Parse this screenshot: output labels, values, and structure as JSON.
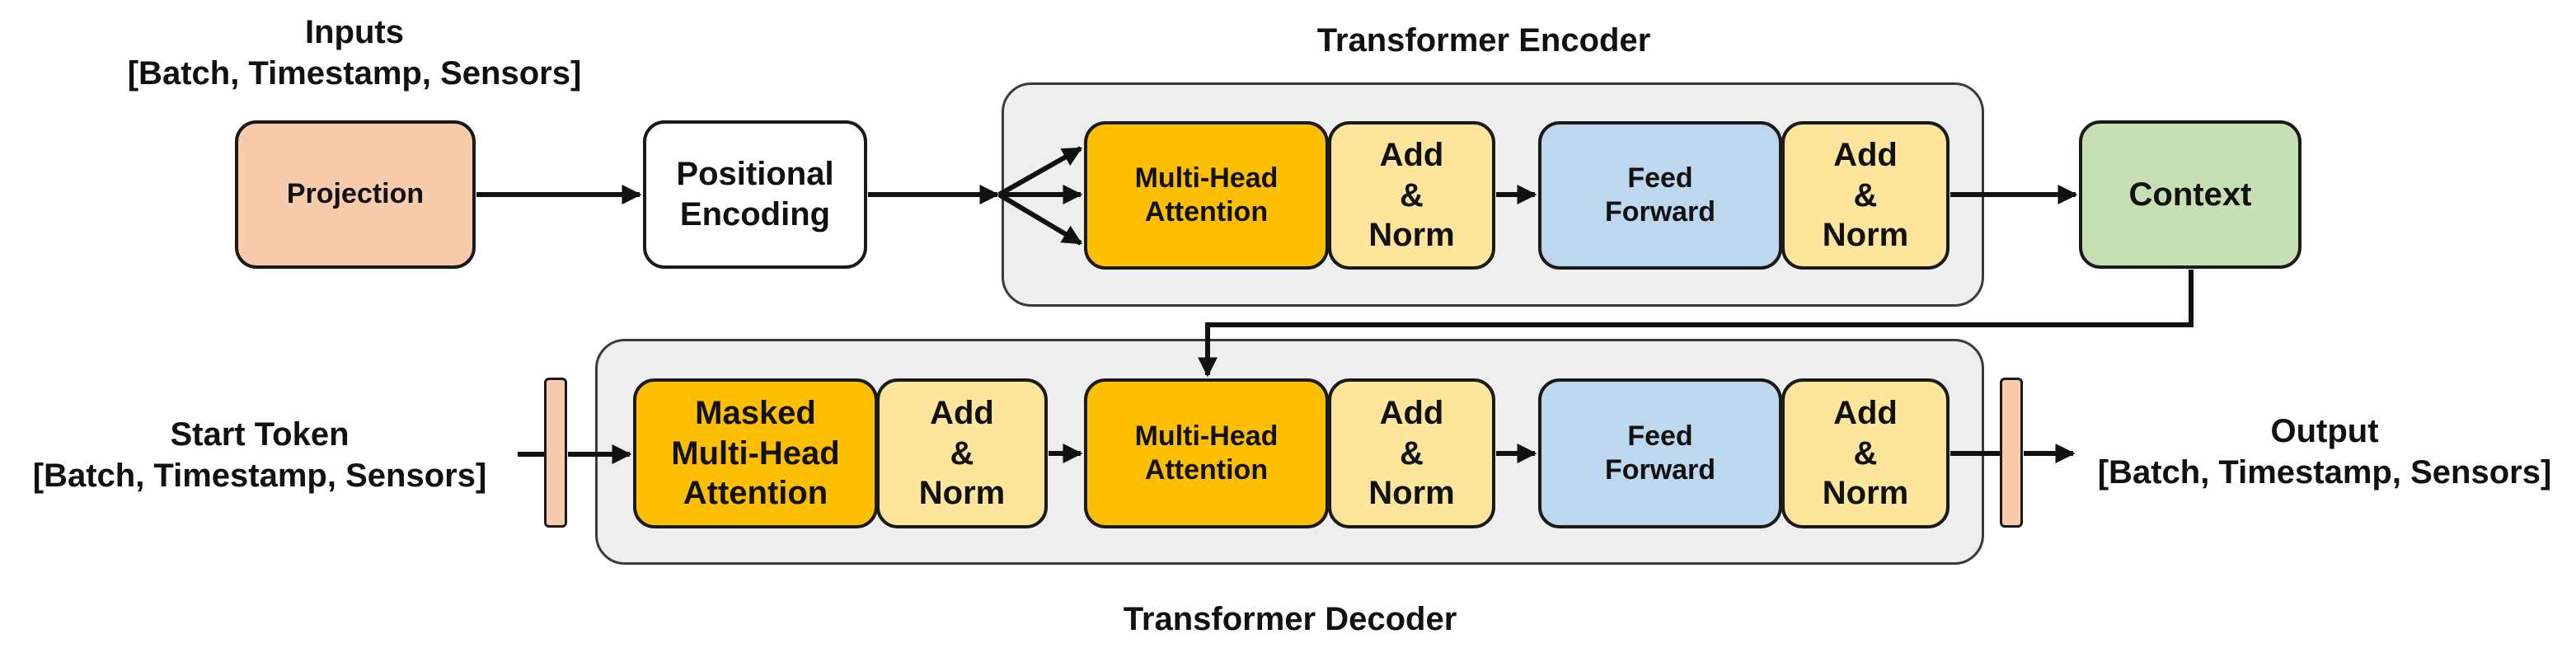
{
  "inputs": {
    "title": "Inputs",
    "shape": "[Batch, Timestamp, Sensors]"
  },
  "start_token": {
    "title": "Start Token",
    "shape": "[Batch, Timestamp, Sensors]"
  },
  "output": {
    "title": "Output",
    "shape": "[Batch, Timestamp, Sensors]"
  },
  "projection": "Projection",
  "positional": {
    "line1": "Positional",
    "line2": "Encoding"
  },
  "context": "Context",
  "encoder": {
    "title": "Transformer Encoder",
    "mha": {
      "line1": "Multi-Head",
      "line2": "Attention"
    },
    "addnorm1": {
      "line1": "Add",
      "line2": "&",
      "line3": "Norm"
    },
    "ff": {
      "line1": "Feed",
      "line2": "Forward"
    },
    "addnorm2": {
      "line1": "Add",
      "line2": "&",
      "line3": "Norm"
    }
  },
  "decoder": {
    "title": "Transformer Decoder",
    "masked": {
      "line1": "Masked",
      "line2": "Multi-Head",
      "line3": "Attention"
    },
    "addnorm1": {
      "line1": "Add",
      "line2": "&",
      "line3": "Norm"
    },
    "mha": {
      "line1": "Multi-Head",
      "line2": "Attention"
    },
    "addnorm2": {
      "line1": "Add",
      "line2": "&",
      "line3": "Norm"
    },
    "ff": {
      "line1": "Feed",
      "line2": "Forward"
    },
    "addnorm3": {
      "line1": "Add",
      "line2": "&",
      "line3": "Norm"
    }
  },
  "colors": {
    "attention": "#fdbf00",
    "add_norm": "#fde69b",
    "feed_forward": "#bdd7ee",
    "projection": "#f8cbad",
    "context": "#c6e0b4",
    "group_bg": "#eeeeee"
  }
}
